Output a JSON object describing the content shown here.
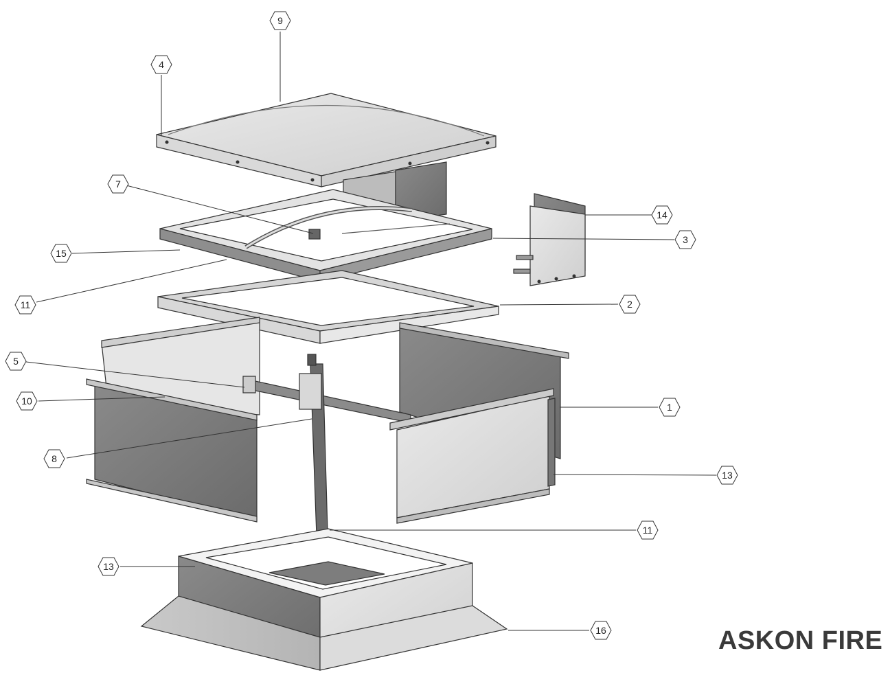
{
  "brand": {
    "text": "ASKON FIRE"
  },
  "callouts": [
    "9",
    "4",
    "7",
    "14",
    "3",
    "15",
    "11",
    "2",
    "5",
    "10",
    "1",
    "8",
    "13",
    "11",
    "13",
    "16"
  ],
  "parts": [
    "dome-cover",
    "upper-frame",
    "inner-frame",
    "hinge-bracket",
    "side-panels",
    "opener-bar",
    "base-upstand",
    "base-flashing"
  ]
}
